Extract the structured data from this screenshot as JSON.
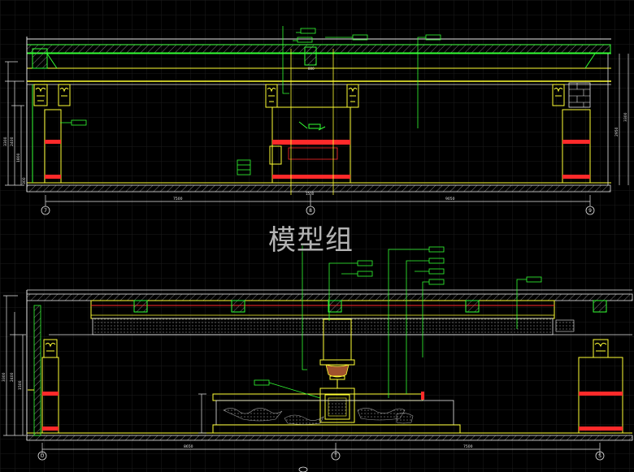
{
  "watermark": {
    "text": "模型组"
  },
  "colors": {
    "background": "#000000",
    "grid": "#1e1e1e",
    "green": "#33ff33",
    "yellow": "#ffff33",
    "white": "#e6e6e6",
    "red": "#ff2a2a",
    "brown": "#a0522d",
    "cyan": "#22cccc",
    "gray": "#8a8a8a"
  },
  "elevation_top": {
    "axes": [
      {
        "label": "7"
      },
      {
        "label": "8"
      },
      {
        "label": "9"
      }
    ],
    "dimensions": [
      {
        "text": "7500"
      },
      {
        "text": "9050"
      },
      {
        "text": "1500"
      },
      {
        "text": "800"
      }
    ],
    "height_marks": [
      "3300",
      "2400",
      "1800",
      "300"
    ],
    "right_marks": [
      "2950",
      "3300"
    ]
  },
  "elevation_bottom": {
    "axes": [
      {
        "label": "U"
      },
      {
        "label": "T"
      },
      {
        "label": "S"
      }
    ],
    "dimensions": [
      {
        "text": "8650"
      },
      {
        "text": "7500"
      }
    ],
    "height_marks": [
      "3300",
      "2400",
      "1500"
    ]
  },
  "icons": {
    "capital": "ionic-capital-icon",
    "brick": "brick-wall-icon",
    "urn": "urn-vase-icon"
  }
}
